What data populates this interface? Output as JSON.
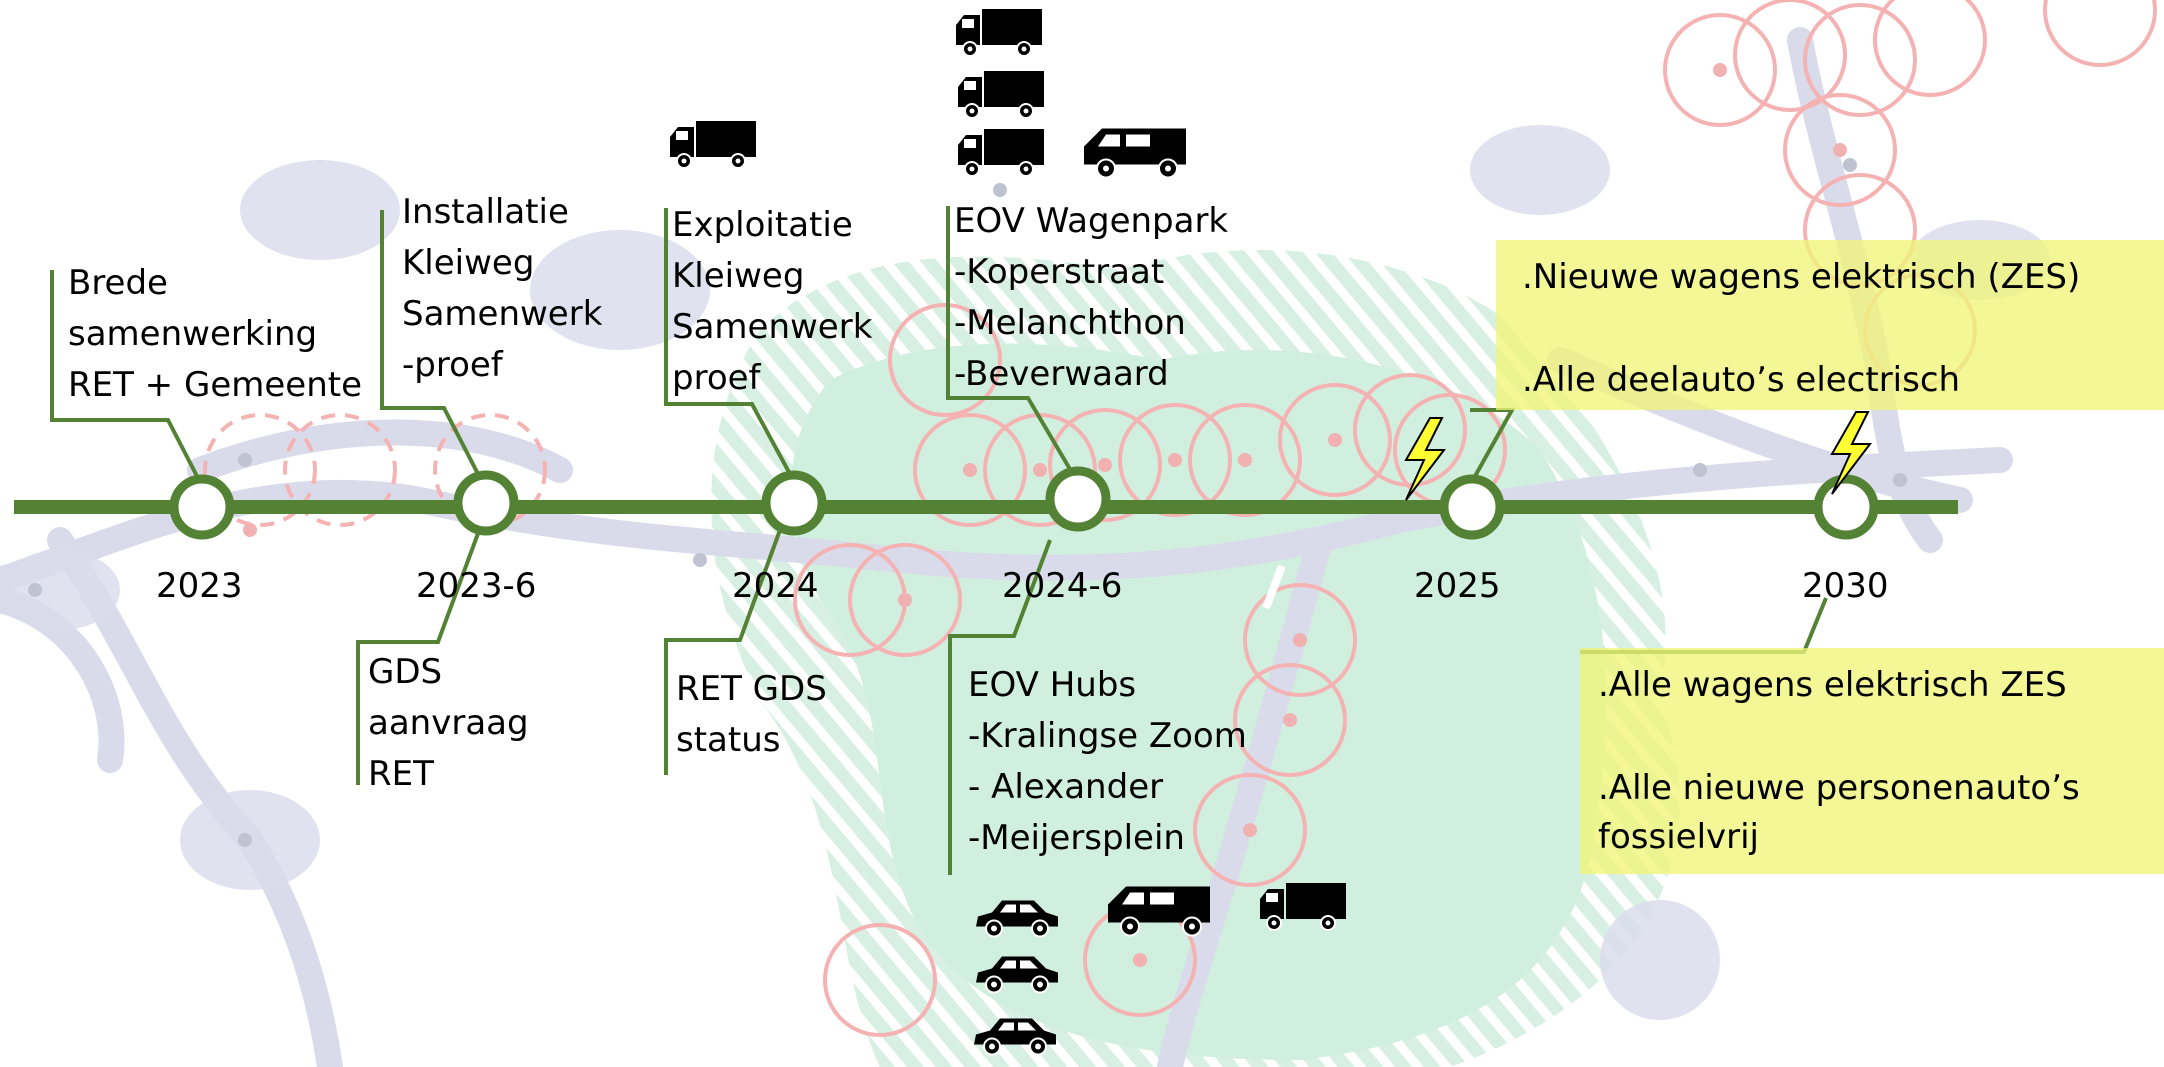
{
  "timeline": {
    "milestones": [
      {
        "year": "2023",
        "above": [
          "Brede",
          "samenwerking",
          "RET + Gemeente"
        ],
        "below": []
      },
      {
        "year": "2023-6",
        "above": [
          "Installatie",
          "Kleiweg",
          "Samenwerk",
          "-proef"
        ],
        "below": [
          "GDS",
          "aanvraag",
          "RET"
        ]
      },
      {
        "year": "2024",
        "above": [
          "Exploitatie",
          "Kleiweg",
          "Samenwerk",
          "proef"
        ],
        "below": [
          "RET GDS",
          "status"
        ]
      },
      {
        "year": "2024-6",
        "above": [
          "EOV Wagenpark",
          "-Koperstraat",
          "-Melanchthon",
          "-Beverwaard"
        ],
        "below": [
          "EOV Hubs",
          "-Kralingse Zoom",
          "- Alexander",
          "-Meijersplein"
        ]
      },
      {
        "year": "2025",
        "above": [],
        "below": []
      },
      {
        "year": "2030",
        "above": [],
        "below": []
      }
    ],
    "goals_2025": [
      ".Nieuwe wagens elektrisch (ZES)",
      ".Alle deelauto’s electrisch"
    ],
    "goals_2030": [
      ".Alle wagens elektrisch ZES",
      ".Alle nieuwe personenauto’s",
      "fossielvrij"
    ]
  },
  "icons": {
    "truck": "truck-icon",
    "van": "van-icon",
    "car": "car-icon",
    "lightning": "lightning-icon"
  },
  "colors": {
    "timeline": "#548235",
    "highlight": "#f0f578",
    "lightning": "#ffff00",
    "map_green": "#c9ecd9",
    "map_red": "#f4a9a9",
    "map_road": "#d3d5e6"
  }
}
